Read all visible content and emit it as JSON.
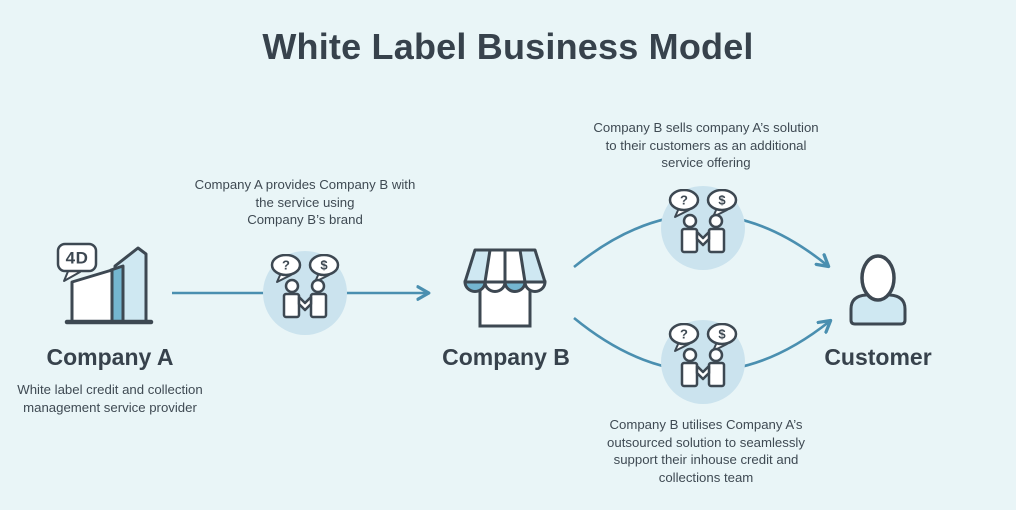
{
  "title": "White Label Business Model",
  "colors": {
    "background": "#e9f5f7",
    "ink_outline": "#3d4852",
    "text": "#3f4a53",
    "arrow": "#4a8fb0",
    "hub_circle_fill": "#cbe3ee",
    "icon_light_blue": "#cfe8f2",
    "icon_mid_blue": "#74b6d0",
    "icon_white": "#ffffff"
  },
  "nodes": {
    "company_a": {
      "badge": "4D",
      "label": "Company A",
      "description": "White label credit and collection\nmanagement service provider"
    },
    "company_b": {
      "label": "Company B"
    },
    "customer": {
      "label": "Customer"
    }
  },
  "annotations": {
    "a_to_b": "Company A provides Company B with\nthe service using\nCompany B’s brand",
    "b_to_customer_top": "Company B sells company A’s solution\nto their customers as an additional\nservice offering",
    "b_to_customer_bottom": "Company B utilises Company A’s\noutsourced solution to seamlessly\nsupport their inhouse credit and\ncollections team"
  },
  "handshake_bubbles": {
    "question": "?",
    "dollar": "$"
  }
}
